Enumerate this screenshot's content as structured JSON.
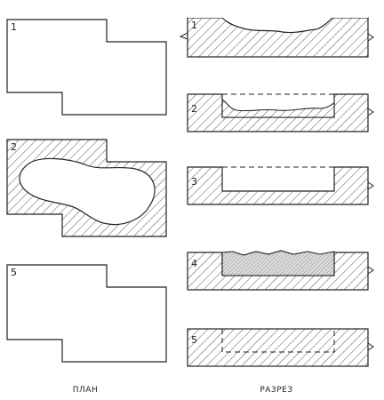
{
  "captions": {
    "plan": "ПЛАН",
    "section": "РАЗРЕЗ"
  },
  "plans": [
    {
      "label": "1"
    },
    {
      "label": "2"
    },
    {
      "label": "5"
    }
  ],
  "sections": [
    {
      "label": "1"
    },
    {
      "label": "2"
    },
    {
      "label": "3"
    },
    {
      "label": "4"
    },
    {
      "label": "5"
    }
  ],
  "colors": {
    "ink": "#222222",
    "hatch": "#555555",
    "paper": "#ffffff"
  }
}
